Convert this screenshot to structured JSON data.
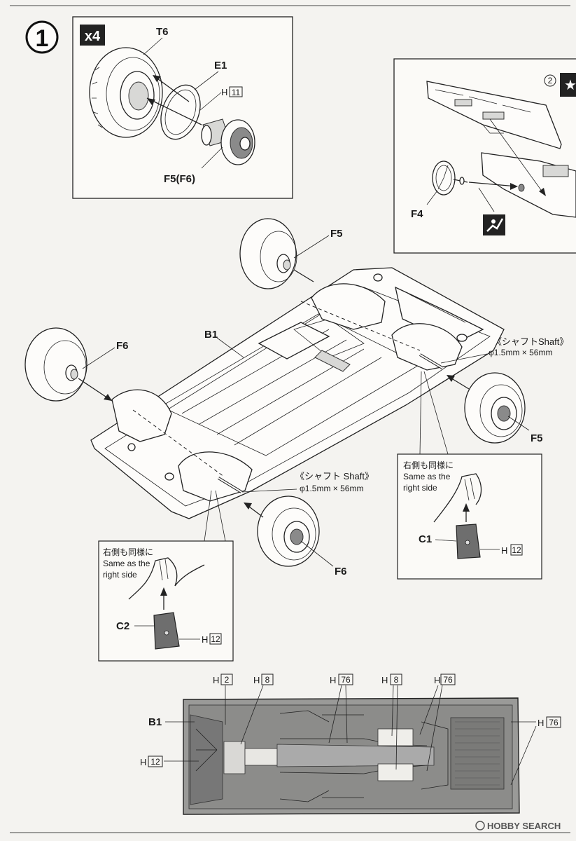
{
  "step": {
    "number": "1"
  },
  "tire_box": {
    "multiplier": "x4",
    "parts": [
      "T6",
      "E1",
      "H",
      "11",
      "F5(F6)"
    ]
  },
  "dash_box": {
    "circled": "2",
    "part": "F4"
  },
  "chassis": {
    "parts": {
      "b1": "B1",
      "f5_top": "F5",
      "f6_left": "F6",
      "f5_right": "F5",
      "f6_bottom": "F6"
    },
    "shaft_right": {
      "label": "《シャフトShaft》",
      "spec": "φ1.5mm × 56mm"
    },
    "shaft_left": {
      "label": "《シャフト Shaft》",
      "spec": "φ1.5mm × 56mm"
    }
  },
  "detail_right": {
    "jp": "右側も同様に",
    "en1": "Same as the",
    "en2": "right side",
    "part": "C1",
    "h": "H",
    "h_num": "12"
  },
  "detail_left": {
    "jp": "右側も同様に",
    "en1": "Same as the",
    "en2": "right side",
    "part": "C2",
    "h": "H",
    "h_num": "12"
  },
  "underside": {
    "b1": "B1",
    "h_labels": [
      {
        "h": "H",
        "num": "2"
      },
      {
        "h": "H",
        "num": "8"
      },
      {
        "h": "H",
        "num": "76"
      },
      {
        "h": "H",
        "num": "8"
      },
      {
        "h": "H",
        "num": "76"
      },
      {
        "h": "H",
        "num": "76"
      },
      {
        "h": "H",
        "num": "12"
      }
    ]
  },
  "watermark": "HOBBY SEARCH"
}
